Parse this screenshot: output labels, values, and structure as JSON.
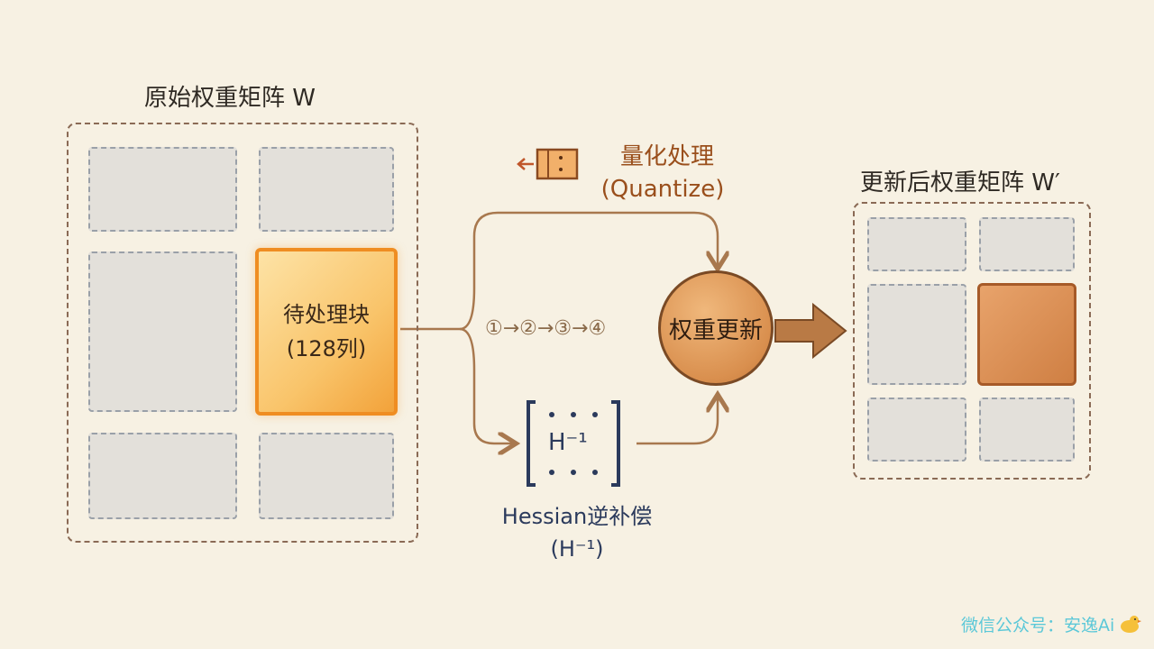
{
  "original_matrix": {
    "title": "原始权重矩阵 W"
  },
  "active_block": {
    "line1": "待处理块",
    "line2": "(128列)"
  },
  "quantize": {
    "label": "量化处理",
    "sublabel": "(Quantize)",
    "icon": "quantize-box-icon"
  },
  "steps_label": "①→②→③→④",
  "hessian": {
    "label": "Hessian逆补偿",
    "sublabel": "(H⁻¹)",
    "matrix_symbol": "H⁻¹"
  },
  "update_node": {
    "label": "权重更新"
  },
  "updated_matrix": {
    "title": "更新后权重矩阵 W′"
  },
  "watermark": "微信公众号：安逸Ai",
  "colors": {
    "background": "#f7f1e3",
    "active_block": "#f9c46a",
    "updated_block": "#cf7f43",
    "arrow": "#a8784e",
    "navy": "#2b3a5c"
  }
}
